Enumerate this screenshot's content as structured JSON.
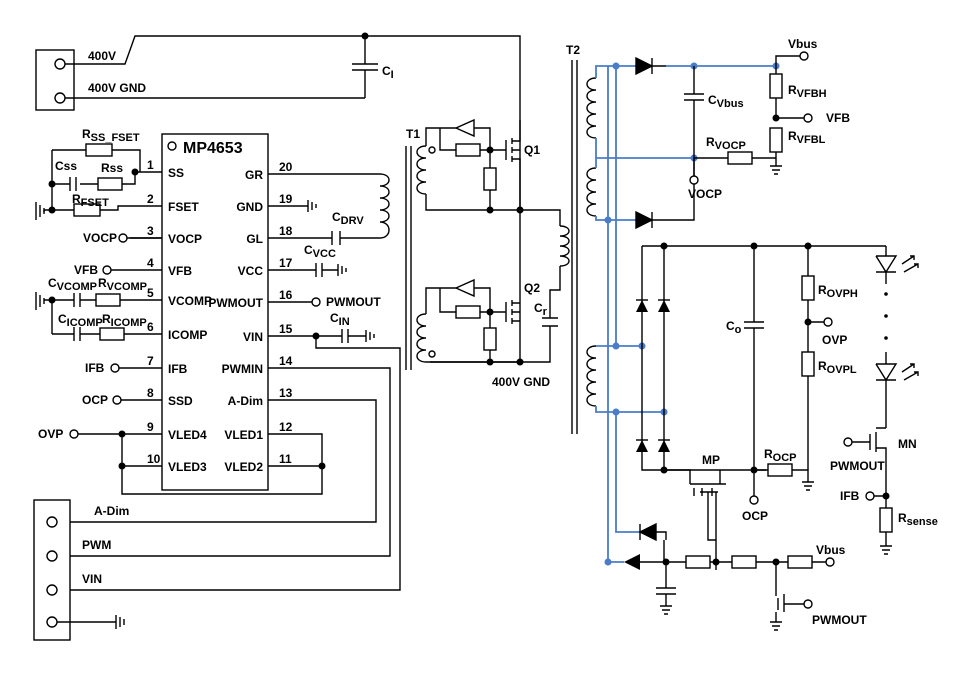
{
  "ic": {
    "name": "MP4653"
  },
  "connectors": {
    "power": [
      "400V",
      "400V GND"
    ],
    "control": [
      "A-Dim",
      "PWM",
      "VIN"
    ]
  },
  "pins_left": [
    {
      "num": "1",
      "name": "SS"
    },
    {
      "num": "2",
      "name": "FSET"
    },
    {
      "num": "3",
      "name": "VOCP"
    },
    {
      "num": "4",
      "name": "VFB"
    },
    {
      "num": "5",
      "name": "VCOMP"
    },
    {
      "num": "6",
      "name": "ICOMP"
    },
    {
      "num": "7",
      "name": "IFB"
    },
    {
      "num": "8",
      "name": "SSD"
    },
    {
      "num": "9",
      "name": "VLED4"
    },
    {
      "num": "10",
      "name": "VLED3"
    }
  ],
  "pins_right": [
    {
      "num": "20",
      "name": "GR"
    },
    {
      "num": "19",
      "name": "GND"
    },
    {
      "num": "18",
      "name": "GL"
    },
    {
      "num": "17",
      "name": "VCC"
    },
    {
      "num": "16",
      "name": "PWMOUT"
    },
    {
      "num": "15",
      "name": "VIN"
    },
    {
      "num": "14",
      "name": "PWMIN"
    },
    {
      "num": "13",
      "name": "A-Dim"
    },
    {
      "num": "12",
      "name": "VLED1"
    },
    {
      "num": "11",
      "name": "VLED2"
    }
  ],
  "nets": {
    "vocp": "VOCP",
    "vfb": "VFB",
    "ovp": "OVP",
    "ifb": "IFB",
    "ocp": "OCP",
    "pwmout": "PWMOUT",
    "gnd400": "400V GND",
    "vbus": "Vbus"
  },
  "components": {
    "ci": {
      "main": "C",
      "sub": "I"
    },
    "rss_fset": {
      "main": "R",
      "sub": "SS_FSET"
    },
    "css": {
      "main": "Css",
      "sub": ""
    },
    "rss": {
      "main": "Rss",
      "sub": ""
    },
    "rfset": {
      "main": "R",
      "sub": "FSET"
    },
    "cvcomp": {
      "main": "C",
      "sub": "VCOMP"
    },
    "rvcomp": {
      "main": "R",
      "sub": "VCOMP"
    },
    "cicomp": {
      "main": "C",
      "sub": "ICOMP"
    },
    "ricomp": {
      "main": "R",
      "sub": "ICOMP"
    },
    "cdrv": {
      "main": "C",
      "sub": "DRV"
    },
    "cvcc": {
      "main": "C",
      "sub": "VCC"
    },
    "cin": {
      "main": "C",
      "sub": "IN"
    },
    "t1": {
      "main": "T1",
      "sub": ""
    },
    "t2": {
      "main": "T2",
      "sub": ""
    },
    "q1": {
      "main": "Q1",
      "sub": ""
    },
    "q2": {
      "main": "Q2",
      "sub": ""
    },
    "cr": {
      "main": "C",
      "sub": "r"
    },
    "cvbus": {
      "main": "C",
      "sub": "Vbus"
    },
    "rvocp": {
      "main": "R",
      "sub": "VOCP"
    },
    "rvfbh": {
      "main": "R",
      "sub": "VFBH"
    },
    "rvfbl": {
      "main": "R",
      "sub": "VFBL"
    },
    "co": {
      "main": "C",
      "sub": "o"
    },
    "rovph": {
      "main": "R",
      "sub": "OVPH"
    },
    "rovpl": {
      "main": "R",
      "sub": "OVPL"
    },
    "rocp": {
      "main": "R",
      "sub": "OCP"
    },
    "mp": {
      "main": "MP",
      "sub": ""
    },
    "mn": {
      "main": "MN",
      "sub": ""
    },
    "rsense": {
      "main": "R",
      "sub": "sense"
    }
  },
  "colors": {
    "wire": "#000000",
    "secondary_wire": "#4a7cc9"
  }
}
